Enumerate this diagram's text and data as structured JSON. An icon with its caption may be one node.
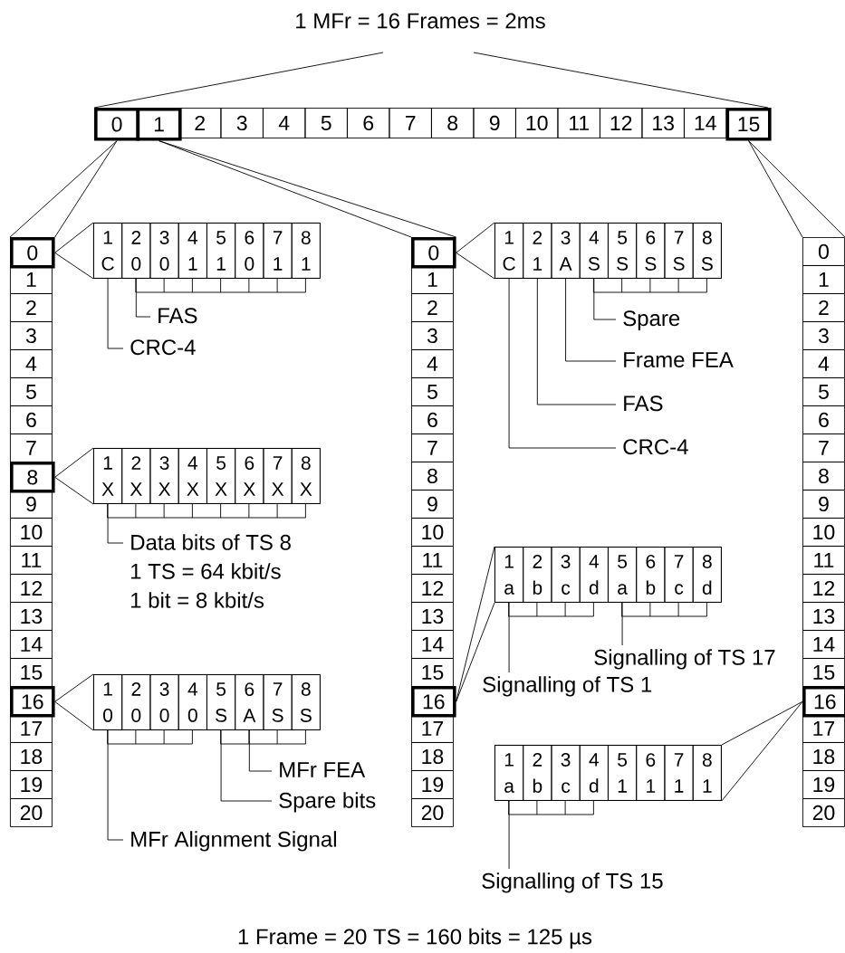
{
  "diagram": {
    "title": "1 MFr = 16 Frames = 2ms",
    "caption": "1 Frame = 20 TS = 160 bits = 125 µs",
    "nodes": [
      {
        "text": [
          "0"
        ]
      },
      {
        "text": [
          "1"
        ]
      },
      {
        "text": [
          "2"
        ]
      },
      {
        "text": [
          "3"
        ]
      },
      {
        "text": [
          "4"
        ]
      },
      {
        "text": [
          "5"
        ]
      },
      {
        "text": [
          "6"
        ]
      },
      {
        "text": [
          "7"
        ]
      },
      {
        "text": [
          "8"
        ]
      },
      {
        "text": [
          "9"
        ]
      },
      {
        "text": [
          "10"
        ]
      },
      {
        "text": [
          "11"
        ]
      },
      {
        "text": [
          "12"
        ]
      },
      {
        "text": [
          "13"
        ]
      },
      {
        "text": [
          "14"
        ]
      },
      {
        "text": [
          "15"
        ]
      },
      {
        "text": [
          "0"
        ]
      },
      {
        "text": [
          "1"
        ]
      },
      {
        "text": [
          "2"
        ]
      },
      {
        "text": [
          "3"
        ]
      },
      {
        "text": [
          "4"
        ]
      },
      {
        "text": [
          "5"
        ]
      },
      {
        "text": [
          "6"
        ]
      },
      {
        "text": [
          "7"
        ]
      },
      {
        "text": [
          "8"
        ]
      },
      {
        "text": [
          "9"
        ]
      },
      {
        "text": [
          "10"
        ]
      },
      {
        "text": [
          "11"
        ]
      },
      {
        "text": [
          "12"
        ]
      },
      {
        "text": [
          "13"
        ]
      },
      {
        "text": [
          "14"
        ]
      },
      {
        "text": [
          "15"
        ]
      },
      {
        "text": [
          "16"
        ]
      },
      {
        "text": [
          "17"
        ]
      },
      {
        "text": [
          "18"
        ]
      },
      {
        "text": [
          "19"
        ]
      },
      {
        "text": [
          "20"
        ]
      },
      {
        "text": [
          "0"
        ]
      },
      {
        "text": [
          "1"
        ]
      },
      {
        "text": [
          "2"
        ]
      },
      {
        "text": [
          "3"
        ]
      },
      {
        "text": [
          "4"
        ]
      },
      {
        "text": [
          "5"
        ]
      },
      {
        "text": [
          "6"
        ]
      },
      {
        "text": [
          "7"
        ]
      },
      {
        "text": [
          "8"
        ]
      },
      {
        "text": [
          "9"
        ]
      },
      {
        "text": [
          "10"
        ]
      },
      {
        "text": [
          "11"
        ]
      },
      {
        "text": [
          "12"
        ]
      },
      {
        "text": [
          "13"
        ]
      },
      {
        "text": [
          "14"
        ]
      },
      {
        "text": [
          "15"
        ]
      },
      {
        "text": [
          "16"
        ]
      },
      {
        "text": [
          "17"
        ]
      },
      {
        "text": [
          "18"
        ]
      },
      {
        "text": [
          "19"
        ]
      },
      {
        "text": [
          "20"
        ]
      },
      {
        "text": [
          "0"
        ]
      },
      {
        "text": [
          "1"
        ]
      },
      {
        "text": [
          "2"
        ]
      },
      {
        "text": [
          "3"
        ]
      },
      {
        "text": [
          "4"
        ]
      },
      {
        "text": [
          "5"
        ]
      },
      {
        "text": [
          "6"
        ]
      },
      {
        "text": [
          "7"
        ]
      },
      {
        "text": [
          "8"
        ]
      },
      {
        "text": [
          "9"
        ]
      },
      {
        "text": [
          "10"
        ]
      },
      {
        "text": [
          "11"
        ]
      },
      {
        "text": [
          "12"
        ]
      },
      {
        "text": [
          "13"
        ]
      },
      {
        "text": [
          "14"
        ]
      },
      {
        "text": [
          "15"
        ]
      },
      {
        "text": [
          "16"
        ]
      },
      {
        "text": [
          "17"
        ]
      },
      {
        "text": [
          "18"
        ]
      },
      {
        "text": [
          "19"
        ]
      },
      {
        "text": [
          "20"
        ]
      },
      {
        "text": [],
        "shape": "box"
      },
      {
        "text": [
          "1",
          "C"
        ],
        "in": 79
      },
      {
        "text": [
          "2",
          "0"
        ],
        "in": 79
      },
      {
        "text": [
          "3",
          "0"
        ],
        "in": 79
      },
      {
        "text": [
          "4",
          "1"
        ],
        "in": 79
      },
      {
        "text": [
          "5",
          "1"
        ],
        "in": 79
      },
      {
        "text": [
          "6",
          "0"
        ],
        "in": 79
      },
      {
        "text": [
          "7",
          "1"
        ],
        "in": 79
      },
      {
        "text": [
          "8",
          "1"
        ],
        "in": 79
      },
      {
        "text": [],
        "shape": "box"
      },
      {
        "text": [
          "1",
          "X"
        ],
        "in": 88
      },
      {
        "text": [
          "2",
          "X"
        ],
        "in": 88
      },
      {
        "text": [
          "3",
          "X"
        ],
        "in": 88
      },
      {
        "text": [
          "4",
          "X"
        ],
        "in": 88
      },
      {
        "text": [
          "5",
          "X"
        ],
        "in": 88
      },
      {
        "text": [
          "6",
          "X"
        ],
        "in": 88
      },
      {
        "text": [
          "7",
          "X"
        ],
        "in": 88
      },
      {
        "text": [
          "8",
          "X"
        ],
        "in": 88
      },
      {
        "text": [],
        "shape": "box"
      },
      {
        "text": [
          "1",
          "0"
        ],
        "in": 97
      },
      {
        "text": [
          "2",
          "0"
        ],
        "in": 97
      },
      {
        "text": [
          "3",
          "0"
        ],
        "in": 97
      },
      {
        "text": [
          "4",
          "0"
        ],
        "in": 97
      },
      {
        "text": [
          "5",
          "S"
        ],
        "in": 97
      },
      {
        "text": [
          "6",
          "A"
        ],
        "in": 97
      },
      {
        "text": [
          "7",
          "S"
        ],
        "in": 97
      },
      {
        "text": [
          "8",
          "S"
        ],
        "in": 97
      },
      {
        "text": [],
        "shape": "box"
      },
      {
        "text": [
          "1",
          "C"
        ],
        "in": 106
      },
      {
        "text": [
          "2",
          "1"
        ],
        "in": 106
      },
      {
        "text": [
          "3",
          "A"
        ],
        "in": 106
      },
      {
        "text": [
          "4",
          "S"
        ],
        "in": 106
      },
      {
        "text": [
          "5",
          "S"
        ],
        "in": 106
      },
      {
        "text": [
          "6",
          "S"
        ],
        "in": 106
      },
      {
        "text": [
          "7",
          "S"
        ],
        "in": 106
      },
      {
        "text": [
          "8",
          "S"
        ],
        "in": 106
      },
      {
        "text": [],
        "shape": "box"
      },
      {
        "text": [
          "1",
          "a"
        ],
        "in": 115
      },
      {
        "text": [
          "2",
          "b"
        ],
        "in": 115
      },
      {
        "text": [
          "3",
          "c"
        ],
        "in": 115
      },
      {
        "text": [
          "4",
          "d"
        ],
        "in": 115
      },
      {
        "text": [
          "5",
          "a"
        ],
        "in": 115
      },
      {
        "text": [
          "6",
          "b"
        ],
        "in": 115
      },
      {
        "text": [
          "7",
          "c"
        ],
        "in": 115
      },
      {
        "text": [
          "8",
          "d"
        ],
        "in": 115
      },
      {
        "text": [],
        "shape": "box"
      },
      {
        "text": [
          "1",
          "a"
        ],
        "in": 124
      },
      {
        "text": [
          "2",
          "b"
        ],
        "in": 124
      },
      {
        "text": [
          "3",
          "c"
        ],
        "in": 124
      },
      {
        "text": [
          "4",
          "d"
        ],
        "in": 124
      },
      {
        "text": [
          "5",
          "1"
        ],
        "in": 124
      },
      {
        "text": [
          "6",
          "1"
        ],
        "in": 124
      },
      {
        "text": [
          "7",
          "1"
        ],
        "in": 124
      },
      {
        "text": [
          "8",
          "1"
        ],
        "in": 124
      },
      {
        "text": [
          "FAS"
        ]
      },
      {
        "text": [
          "CRC-4"
        ]
      },
      {
        "text": [
          "Data bits of TS 8",
          "1 TS = 64 kbit/s",
          "1 bit = 8 kbit/s"
        ]
      },
      {
        "text": [
          "MFr FEA"
        ]
      },
      {
        "text": [
          "Spare bits"
        ]
      },
      {
        "text": [
          "MFr Alignment Signal"
        ]
      },
      {
        "text": [
          "Spare"
        ]
      },
      {
        "text": [
          "Frame FEA"
        ]
      },
      {
        "text": [
          "FAS"
        ]
      },
      {
        "text": [
          "CRC-4"
        ]
      },
      {
        "text": [
          "Signalling of TS 17"
        ]
      },
      {
        "text": [
          "Signalling of TS 1"
        ]
      },
      {
        "text": [
          "Signalling of TS 15"
        ]
      }
    ],
    "edges": [
      {
        "from": 0,
        "to": 16,
        "arrow": "none"
      },
      {
        "from": 0,
        "to": 16,
        "arrow": "none"
      },
      {
        "from": 1,
        "to": 37,
        "arrow": "none"
      },
      {
        "from": 1,
        "to": 37,
        "arrow": "none"
      },
      {
        "from": 15,
        "to": 58,
        "arrow": "none"
      },
      {
        "from": 15,
        "to": 58,
        "arrow": "none"
      },
      {
        "from": 16,
        "to": 79,
        "arrow": "none"
      },
      {
        "from": 16,
        "to": 79,
        "arrow": "none"
      },
      {
        "from": 24,
        "to": 88,
        "arrow": "none"
      },
      {
        "from": 24,
        "to": 88,
        "arrow": "none"
      },
      {
        "from": 32,
        "to": 97,
        "arrow": "none"
      },
      {
        "from": 32,
        "to": 97,
        "arrow": "none"
      },
      {
        "from": 37,
        "to": 106,
        "arrow": "none"
      },
      {
        "from": 37,
        "to": 106,
        "arrow": "none"
      },
      {
        "from": 53,
        "to": 115,
        "arrow": "none"
      },
      {
        "from": 53,
        "to": 115,
        "arrow": "none"
      },
      {
        "from": 74,
        "to": 124,
        "arrow": "none"
      },
      {
        "from": 74,
        "to": 124,
        "arrow": "none"
      },
      {
        "from": 133,
        "to": 81,
        "arrow": "none"
      },
      {
        "from": 134,
        "to": 80,
        "arrow": "none"
      },
      {
        "from": 135,
        "to": 89,
        "arrow": "none"
      },
      {
        "from": 136,
        "to": 103,
        "arrow": "none"
      },
      {
        "from": 137,
        "to": 102,
        "arrow": "none"
      },
      {
        "from": 138,
        "to": 98,
        "arrow": "none"
      },
      {
        "from": 139,
        "to": 110,
        "arrow": "none"
      },
      {
        "from": 140,
        "to": 109,
        "arrow": "none"
      },
      {
        "from": 141,
        "to": 108,
        "arrow": "none"
      },
      {
        "from": 142,
        "to": 107,
        "arrow": "none"
      },
      {
        "from": 143,
        "to": 120,
        "arrow": "none"
      },
      {
        "from": 144,
        "to": 116,
        "arrow": "none"
      },
      {
        "from": 145,
        "to": 125,
        "arrow": "none"
      }
    ]
  }
}
